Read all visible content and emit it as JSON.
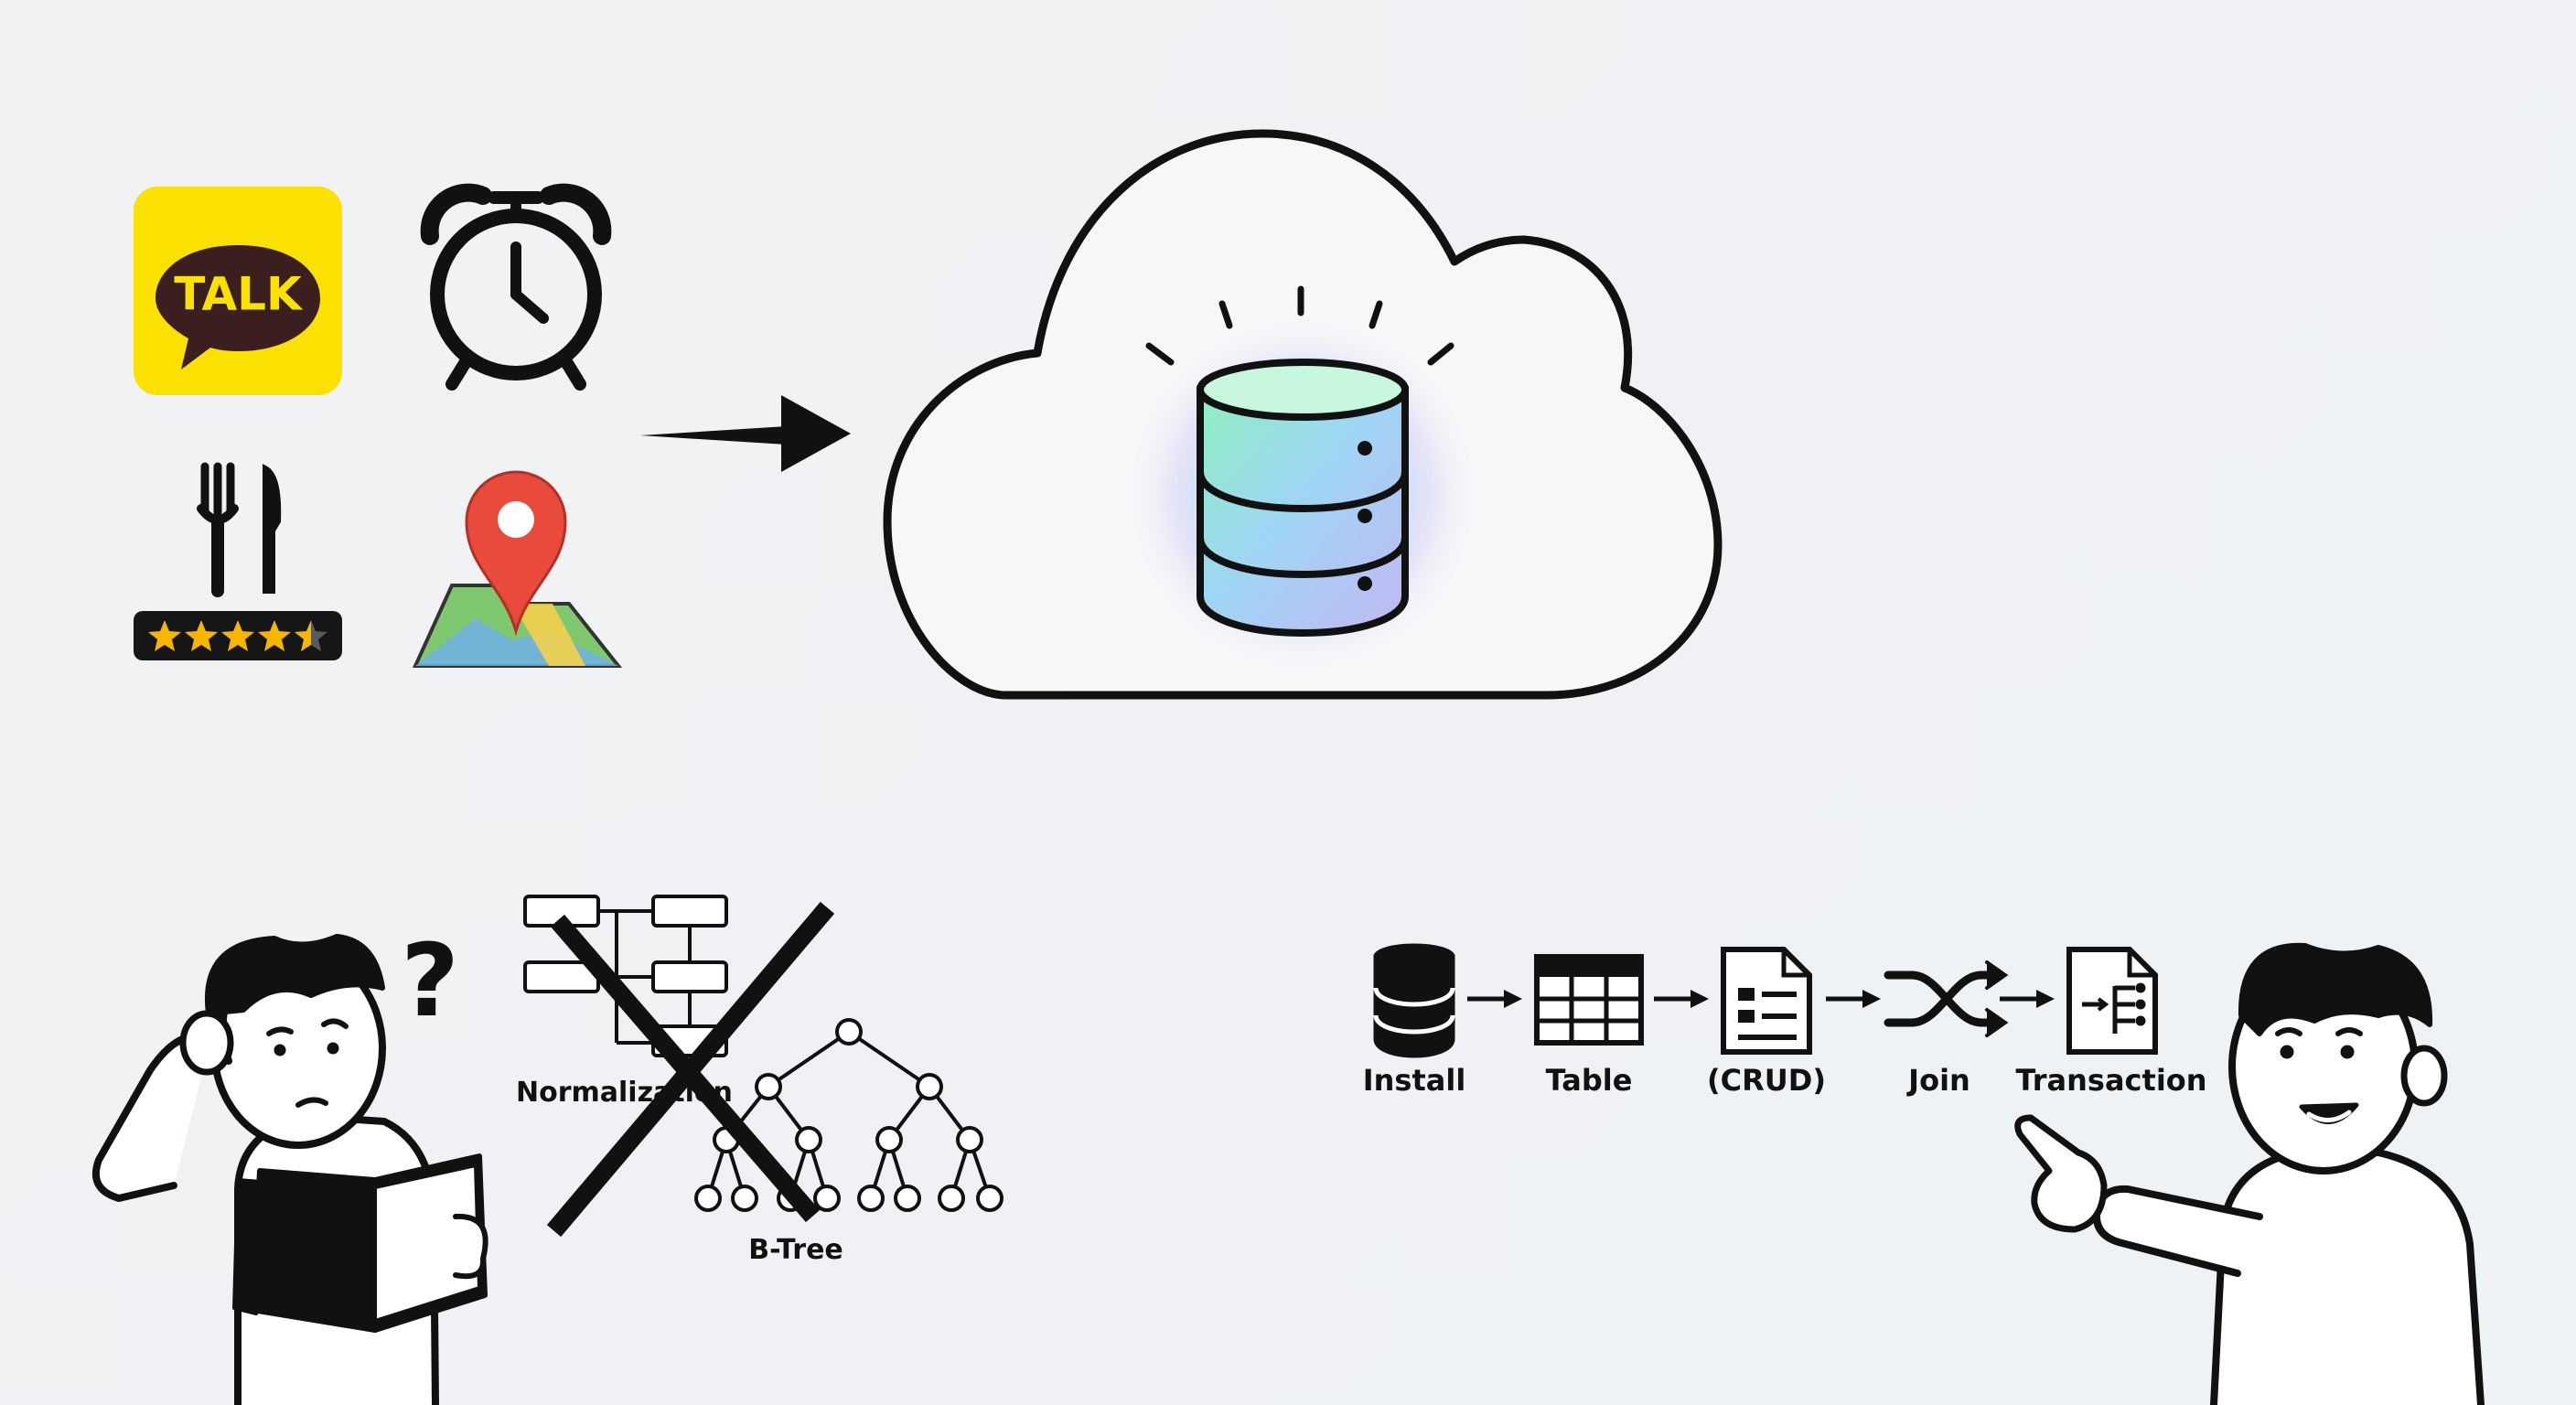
{
  "apps": {
    "talk_label": "TALK"
  },
  "confused": {
    "question_mark": "?",
    "normalization_label": "Normalization",
    "btree_label": "B-Tree"
  },
  "steps": [
    {
      "label": "Install",
      "icon": "database-icon"
    },
    {
      "label": "Table",
      "icon": "table-grid-icon"
    },
    {
      "label": "(CRUD)",
      "icon": "document-list-icon"
    },
    {
      "label": "Join",
      "icon": "shuffle-icon"
    },
    {
      "label": "Transaction",
      "icon": "transaction-doc-icon"
    }
  ],
  "colors": {
    "talk_yellow": "#fae100",
    "talk_brown": "#3b1e1e",
    "pin_red": "#e84a3c",
    "map_green": "#7fc86f",
    "map_blue": "#6fb0e6",
    "map_yellow": "#f4d04a",
    "star_gold": "#f7b500",
    "ink": "#111111"
  }
}
